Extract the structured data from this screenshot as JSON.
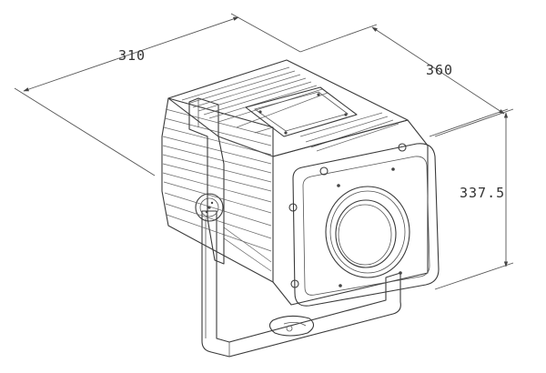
{
  "dimensions": {
    "width": "310",
    "depth": "360",
    "height": "337.5"
  },
  "colors": {
    "line": "#3a3a3a",
    "background": "#ffffff"
  }
}
